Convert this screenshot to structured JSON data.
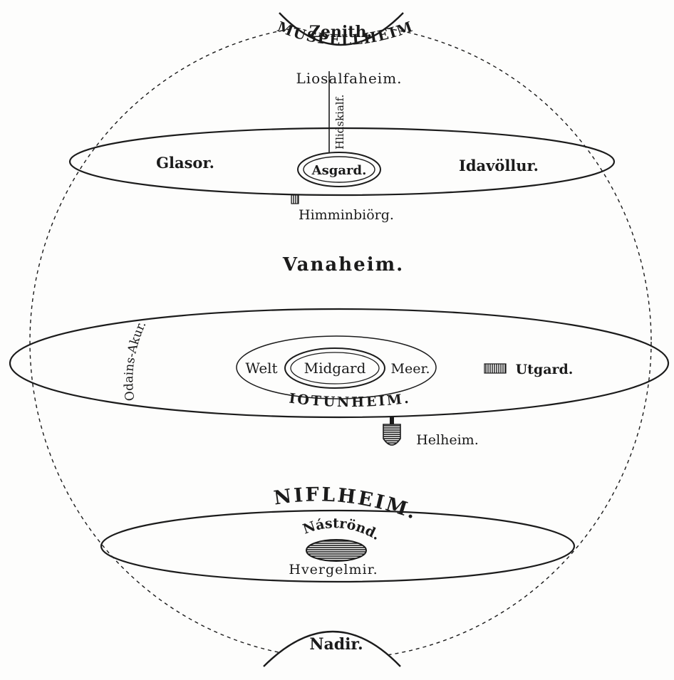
{
  "colors": {
    "ink": "#1b1b1b",
    "paper": "#fdfdfc"
  },
  "labels": {
    "zenith": "Zenith.",
    "muspellheim": "MUSPELLHEIM",
    "liosalfaheim": "Liosalfaheim.",
    "hlidskialf": "Hlidskialf.",
    "glasor": "Glasor.",
    "asgard": "Asgard.",
    "idavollur": "Idavöllur.",
    "himminbiorg": "Himminbiörg.",
    "vanaheim": "Vanaheim.",
    "odains_akur": "Odains-Akur.",
    "welt": "Welt",
    "midgard": "Midgard",
    "meer": "Meer.",
    "utgard": "Utgard.",
    "iotunheim": "IOTUNHEIM.",
    "helheim": "Helheim.",
    "niflheim": "NIFLHEIM.",
    "nastrond": "Náströnd.",
    "hvergelmir": "Hvergelmir.",
    "nadir": "Nadir."
  },
  "icons": {
    "himminbiorg": "tower-icon",
    "utgard": "hatched-box-icon",
    "helheim": "bell-icon",
    "hvergelmir": "hatched-well-icon"
  }
}
